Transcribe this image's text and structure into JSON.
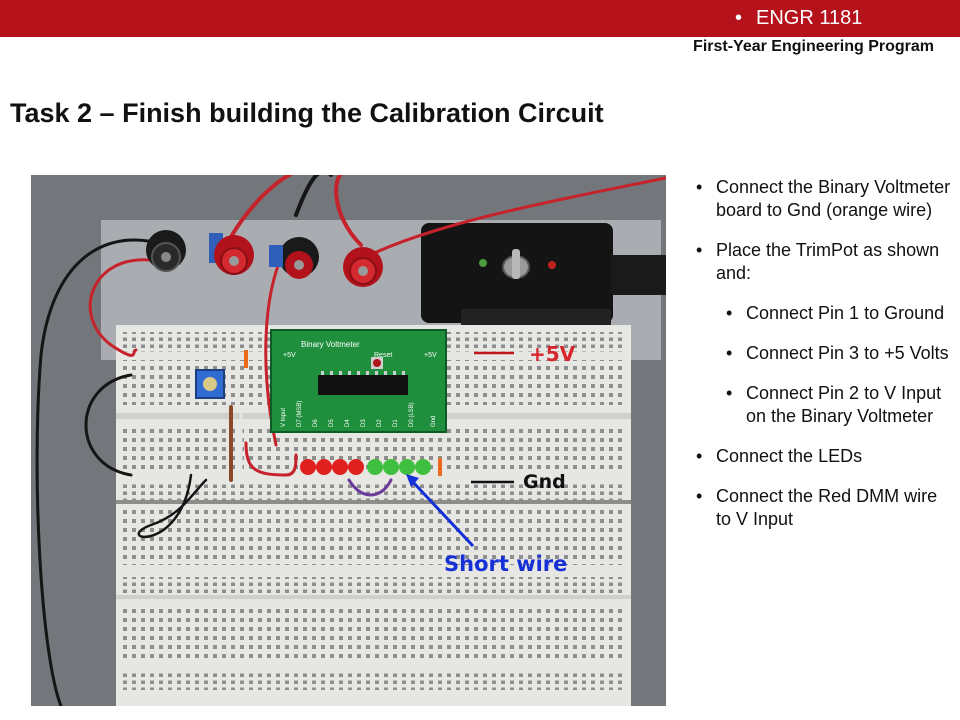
{
  "header": {
    "course": "ENGR 1181",
    "program": "First-Year Engineering Program",
    "brand_color": "#b5121b"
  },
  "slide": {
    "title": "Task 2 – Finish building the Calibration Circuit"
  },
  "photo": {
    "board_title": "Binary Voltmeter",
    "board_reset": "Reset",
    "board_5v_left": "+5V",
    "board_5v_right": "+5V",
    "board_pins": [
      "V Input",
      "D7 (MSB)",
      "D6",
      "D5",
      "D4",
      "D3",
      "D2",
      "D1",
      "D0 (LSB)",
      "Gnd"
    ],
    "label_5v": "+5V",
    "label_gnd": "Gnd",
    "label_short_wire": "Short wire"
  },
  "bullets": [
    {
      "level": 1,
      "text": "Connect the Binary Voltmeter board to Gnd (orange wire)"
    },
    {
      "level": 1,
      "text": "Place the TrimPot as shown and:"
    },
    {
      "level": 2,
      "text": "Connect Pin 1 to Ground"
    },
    {
      "level": 2,
      "text": "Connect Pin 3 to +5 Volts"
    },
    {
      "level": 2,
      "text": "Connect Pin 2 to V Input on the Binary Voltmeter"
    },
    {
      "level": 1,
      "text": "Connect the LEDs"
    },
    {
      "level": 1,
      "text": "Connect the Red DMM wire to V Input"
    }
  ]
}
